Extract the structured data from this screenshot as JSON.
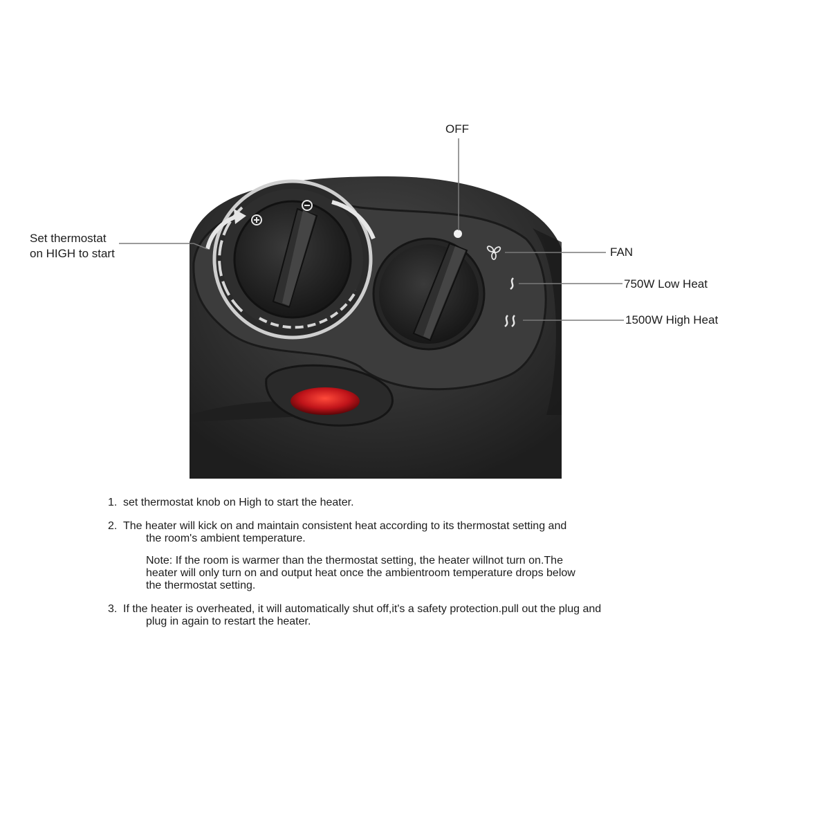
{
  "labels": {
    "off": "OFF",
    "thermostat_line1": "Set thermostat",
    "thermostat_line2": "on HIGH to start",
    "fan": "FAN",
    "low_heat": "750W Low Heat",
    "high_heat": "1500W High Heat"
  },
  "icons": {
    "thermostat_min": "minus-circle-icon",
    "thermostat_max": "plus-circle-icon",
    "fan": "fan-icon",
    "low_heat": "single-heat-wave-icon",
    "high_heat": "double-heat-wave-icon",
    "power_light": "red-indicator-light"
  },
  "colors": {
    "body": "#2b2b2b",
    "indicator": "#c0141a"
  },
  "steps": [
    {
      "num": "1.",
      "line1": "set thermostat knob on High to start the heater.",
      "line2": ""
    },
    {
      "num": "2.",
      "line1": "The heater will kick on and maintain consistent heat according to its thermostat setting and",
      "line2": "the room's ambient temperature."
    },
    {
      "num": "3.",
      "line1": "If the heater is overheated, it will automatically shut off,it's a safety protection.pull out the plug and",
      "line2": "plug in again to restart the heater."
    }
  ],
  "note": {
    "line1": "Note: If the room is warmer than the thermostat setting, the heater willnot turn on.The",
    "line2": "heater will only turn on and output heat once the ambientroom temperature drops below",
    "line3": "the thermostat setting."
  }
}
